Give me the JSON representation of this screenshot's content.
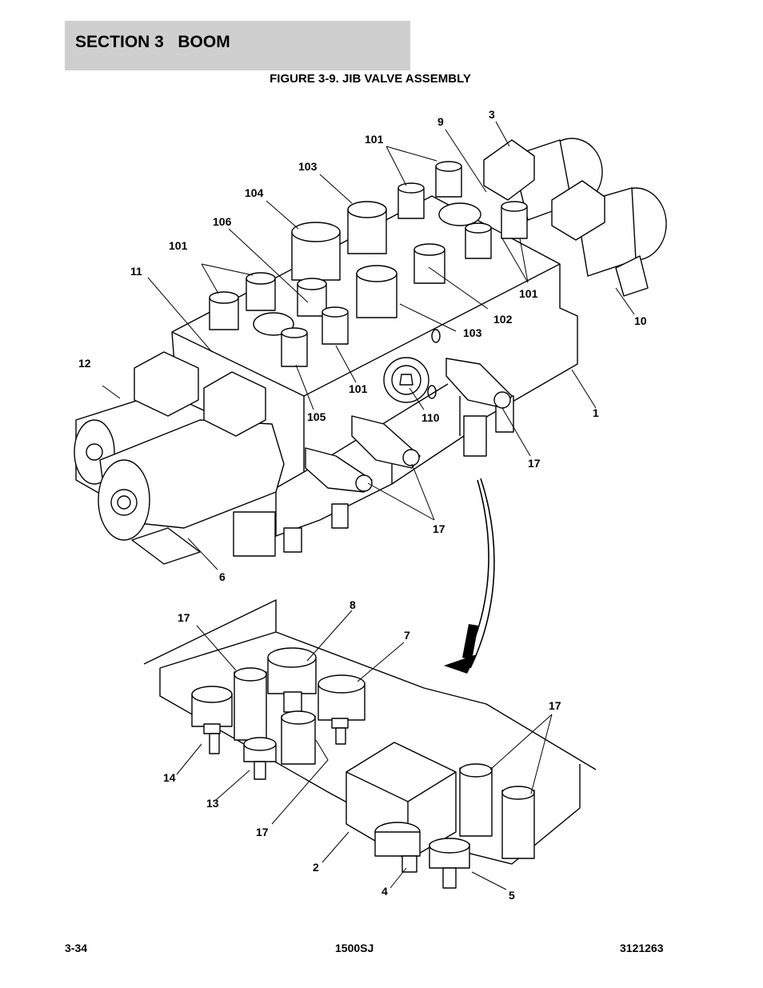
{
  "header": {
    "section": "SECTION 3   BOOM"
  },
  "figure": {
    "title": "FIGURE 3-9. JIB VALVE ASSEMBLY"
  },
  "callouts": {
    "c3": "3",
    "c9": "9",
    "c101a": "101",
    "c103a": "103",
    "c104": "104",
    "c106": "106",
    "c101b": "101",
    "c11": "11",
    "c101c": "101",
    "c10": "10",
    "c102": "102",
    "c103b": "103",
    "c12": "12",
    "c101d": "101",
    "c1": "1",
    "c105": "105",
    "c110": "110",
    "c17a": "17",
    "c17b": "17",
    "c6": "6",
    "c17c": "17",
    "c8": "8",
    "c7": "7",
    "c17d": "17",
    "c14": "14",
    "c13": "13",
    "c17e": "17",
    "c2": "2",
    "c4": "4",
    "c5": "5"
  },
  "footer": {
    "page": "3-34",
    "model": "1500SJ",
    "part_number": "3121263"
  }
}
